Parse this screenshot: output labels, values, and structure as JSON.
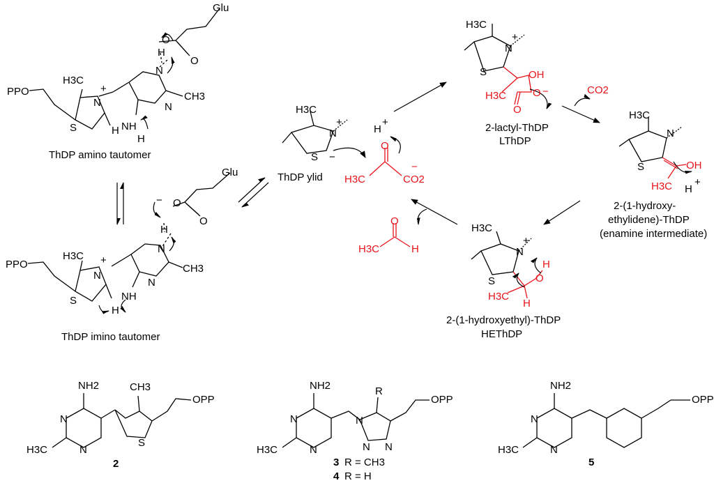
{
  "colors": {
    "ink": "#000000",
    "highlight": "#e8121a",
    "background": "#ffffff"
  },
  "captions": {
    "amino": "ThDP amino tautomer",
    "imino": "ThDP imino tautomer",
    "ylid": "ThDP ylid",
    "lthdp_1": "2-lactyl-ThDP",
    "lthdp_2": "LThDP",
    "enamine_1": "2-(1-hydroxy-",
    "enamine_2": "ethylidene)-ThDP",
    "enamine_3": "(enamine intermediate)",
    "hethdp_1": "2-(1-hydroxyethyl)-ThDP",
    "hethdp_2": "HEThDP"
  },
  "labels": {
    "glu": "Glu",
    "ppo": "PPO",
    "opp": "OPP",
    "h": "H",
    "o": "O",
    "n": "N",
    "s": "S",
    "ch3": "CH3",
    "h3c": "H3C",
    "nh2": "NH2",
    "nh": "NH",
    "oh": "OH",
    "co2": "CO2",
    "r": "R",
    "plus": "+",
    "minus": "−"
  },
  "compounds": {
    "c2": "2",
    "c3": "3",
    "c3_r": "R = CH3",
    "c4": "4",
    "c4_r": "R = H",
    "c5": "5"
  }
}
